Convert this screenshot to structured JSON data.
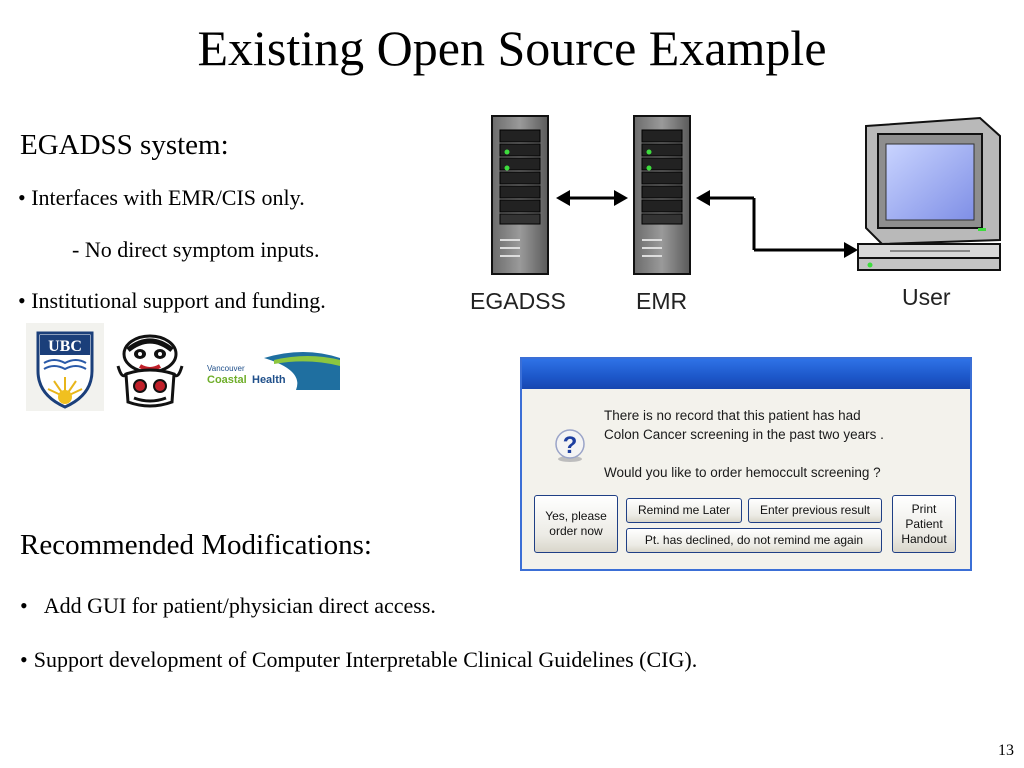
{
  "slide": {
    "title": "Existing Open Source Example",
    "page_number": "13"
  },
  "egadss": {
    "heading": "EGADSS system:",
    "bullets": [
      "• Interfaces with EMR/CIS only.",
      "- No direct symptom inputs.",
      "• Institutional support and funding."
    ]
  },
  "logos": {
    "ubc_text": "UBC",
    "vch_line1": "Vancouver",
    "vch_line2a": "Coastal",
    "vch_line2b": "Health"
  },
  "diagram": {
    "labels": [
      "EGADSS",
      "EMR",
      "User"
    ]
  },
  "dialog": {
    "message_line1": "There is no record that this patient has had",
    "message_line2": "Colon Cancer screening in the past two years .",
    "question": "Would you like to order hemoccult screening ?",
    "buttons": {
      "yes": "Yes, please\norder now",
      "remind": "Remind me Later",
      "enter": "Enter previous result",
      "declined": "Pt. has declined, do not remind me again",
      "print": "Print\nPatient\nHandout"
    }
  },
  "recommended": {
    "heading": "Recommended Modifications:",
    "bullets": [
      "Add GUI for patient/physician direct access.",
      "Support development of Computer Interpretable Clinical Guidelines (CIG)."
    ]
  }
}
